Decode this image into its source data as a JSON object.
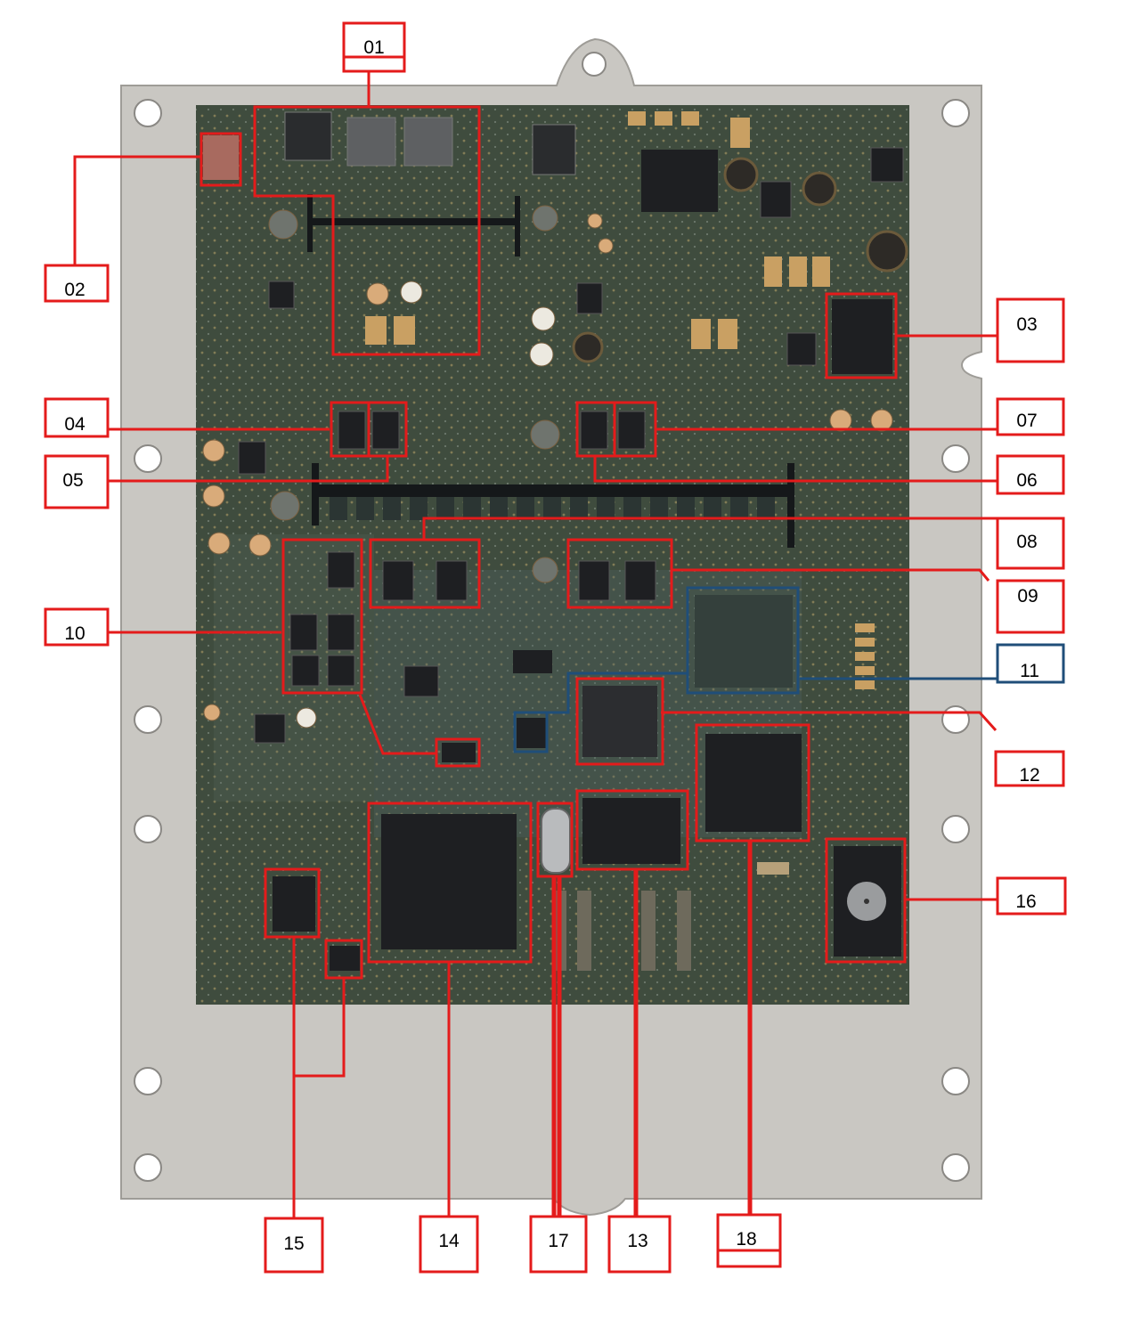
{
  "colors": {
    "callout_red": "#e41b1b",
    "callout_blue": "#1f4e79",
    "housing_metal": "#c9c7c2",
    "pcb_green": "#3f4c3e",
    "chip_black": "#1e1f22"
  },
  "labels": {
    "l01": "01",
    "l02": "02",
    "l03": "03",
    "l04": "04",
    "l05": "05",
    "l06": "06",
    "l07": "07",
    "l08": "08",
    "l09": "09",
    "l10": "10",
    "l11": "11",
    "l12": "12",
    "l13": "13",
    "l14": "14",
    "l15": "15",
    "l16": "16",
    "l17": "17",
    "l18": "18"
  }
}
